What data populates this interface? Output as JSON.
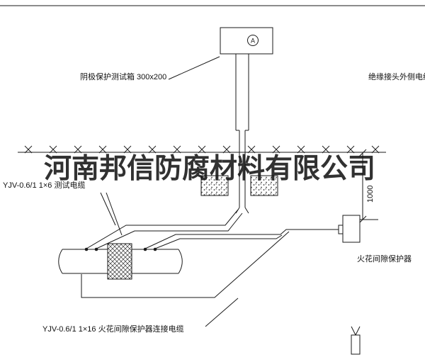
{
  "colors": {
    "background": "#ffffff",
    "line": "#1a1a1a",
    "watermark": "#141414"
  },
  "watermark": {
    "text": "河南邦信防腐材料有限公司"
  },
  "labels": {
    "test_box": "阴极保护测试箱 300x200",
    "outer_cable": "绝缘接头外侧电缆",
    "test_cable": "YJV-0.6/1 1×6 测试电缆",
    "spark_protector": "火花间隙保护器",
    "spark_cable": "YJV-0.6/1 1×16 火花间隙保护器连接电缆",
    "dimension_mm": "1000",
    "meter": "A"
  }
}
